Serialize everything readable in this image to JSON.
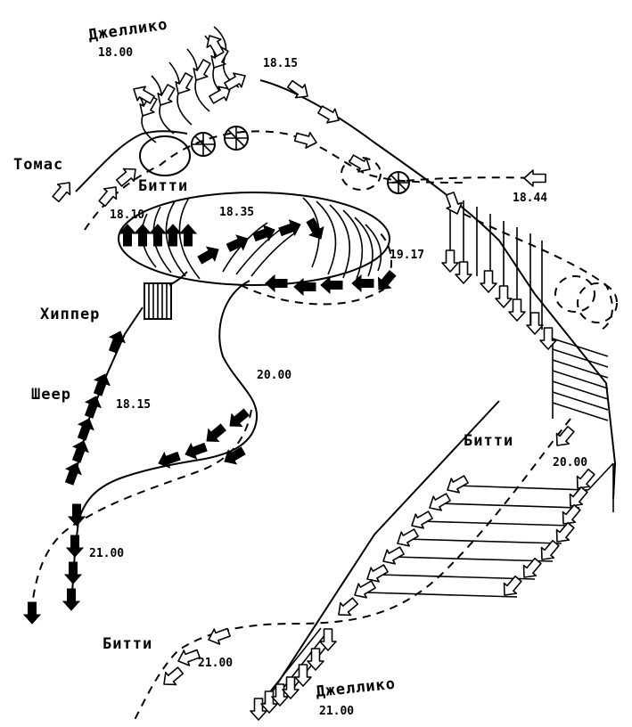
{
  "labels": {
    "jellicoe_top": "Джеллико",
    "t_1800": "18.00",
    "t_1815_top": "18.15",
    "thomas": "Томас",
    "beatty_top": "Битти",
    "t_1810": "18.10",
    "t_1835": "18.35",
    "t_1917": "19.17",
    "t_1844": "18.44",
    "hipper": "Хиппер",
    "scheer": "Шеер",
    "t_1815_scheer": "18.15",
    "t_2000_german": "20.00",
    "beatty_mid": "Битти",
    "t_2000_british": "20.00",
    "t_2100_german": "21.00",
    "beatty_bottom": "Битти",
    "t_2100_beatty": "21.00",
    "jellicoe_bottom": "Джеллико",
    "t_2100_jellicoe": "21.00"
  },
  "colors": {
    "ink": "#000000",
    "background": "#ffffff"
  }
}
